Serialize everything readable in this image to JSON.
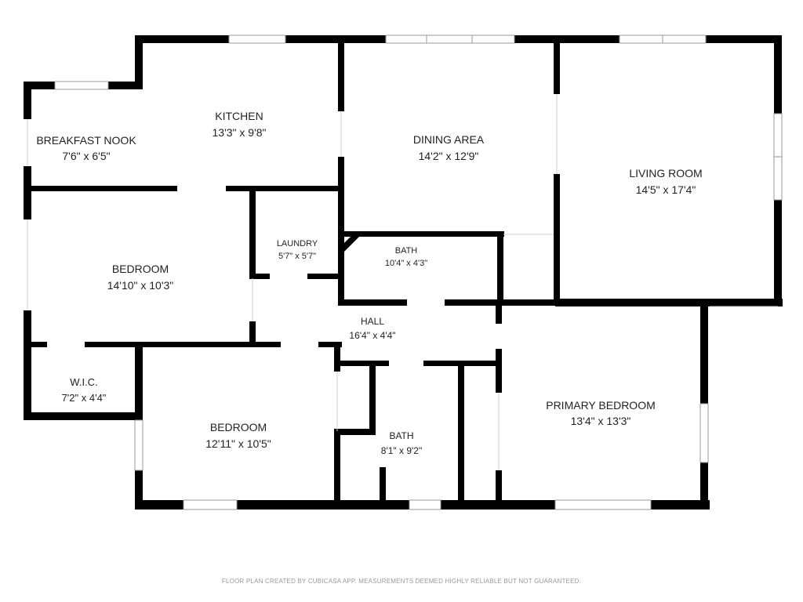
{
  "rooms": {
    "breakfast_nook": {
      "name": "BREAKFAST NOOK",
      "dims": "7'6\" x 6'5\""
    },
    "kitchen": {
      "name": "KITCHEN",
      "dims": "13'3\" x 9'8\""
    },
    "dining_area": {
      "name": "DINING AREA",
      "dims": "14'2\" x 12'9\""
    },
    "living_room": {
      "name": "LIVING ROOM",
      "dims": "14'5\" x 17'4\""
    },
    "bedroom_1": {
      "name": "BEDROOM",
      "dims": "14'10\" x 10'3\""
    },
    "laundry": {
      "name": "LAUNDRY",
      "dims": "5'7\" x 5'7\""
    },
    "bath_1": {
      "name": "BATH",
      "dims": "10'4\" x 4'3\""
    },
    "hall": {
      "name": "HALL",
      "dims": "16'4\" x 4'4\""
    },
    "wic": {
      "name": "W.I.C.",
      "dims": "7'2\" x 4'4\""
    },
    "bedroom_2": {
      "name": "BEDROOM",
      "dims": "12'11\" x 10'5\""
    },
    "bath_2": {
      "name": "BATH",
      "dims": "8'1\" x 9'2\""
    },
    "primary_bedroom": {
      "name": "PRIMARY BEDROOM",
      "dims": "13'4\" x 13'3\""
    }
  },
  "footer": "FLOOR PLAN CREATED BY CUBICASA APP. MEASUREMENTS DEEMED HIGHLY RELIABLE BUT NOT GUARANTEED.",
  "colors": {
    "wall": "#000000",
    "window": "#bdbdbd",
    "background": "#ffffff"
  }
}
